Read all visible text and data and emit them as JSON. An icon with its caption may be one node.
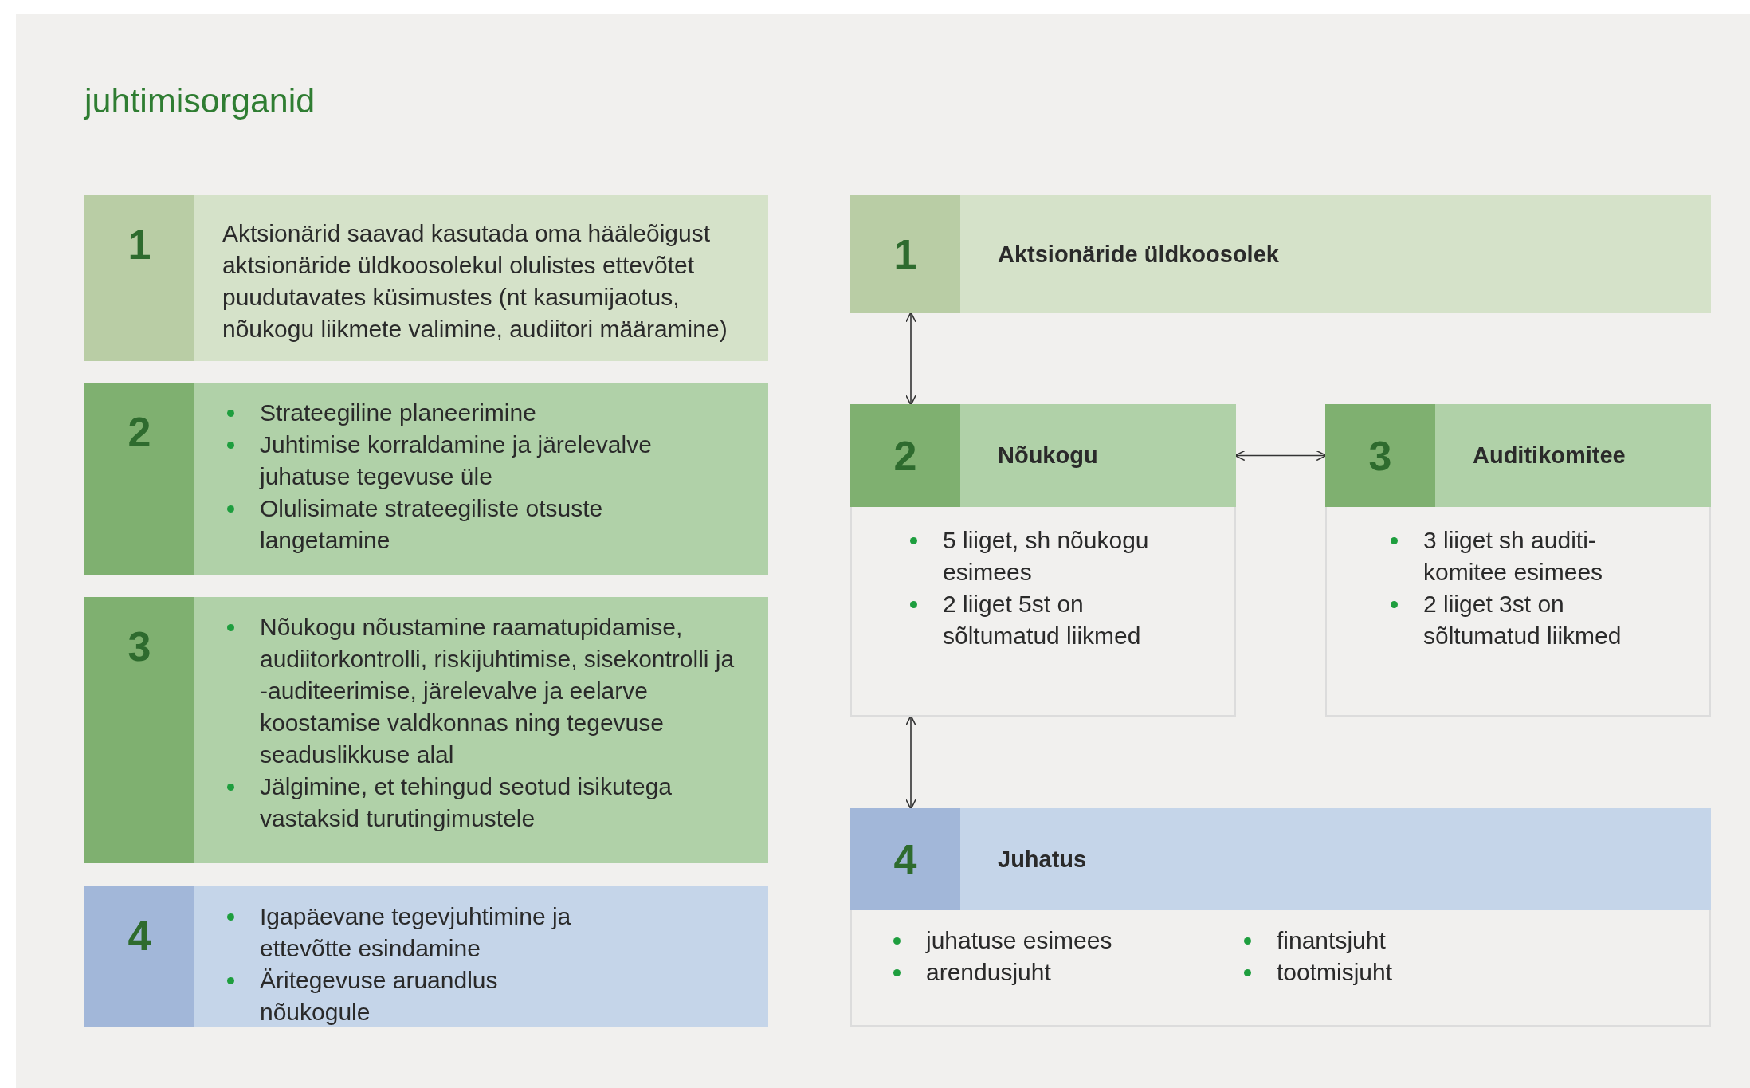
{
  "diagram": {
    "title": "juhtimisorganid",
    "nodes": [
      {
        "text": [
          "1",
          "Aktsionärid saavad kasutada oma hääleõigust aktsionäride üldkoosolekul olulistes ettevõtet puudutavates küsimustes (nt kasumijaotus, nõukogu liikmete valimine, audiitori määramine)"
        ]
      },
      {
        "text": [
          "2",
          "Strateegiline planeerimine",
          "Juhtimise korraldamine ja järelevalve juhatuse tegevuse üle",
          "Olulisimate strateegiliste otsuste langetamine"
        ]
      },
      {
        "text": [
          "3",
          "Nõukogu nõustamine raamatupidamise, audiitorkontrolli, riskijuhtimise, sisekontrolli ja -auditeerimise, järelevalve ja eelarve koostamise valdkonnas ning tegevuse seaduslikkuse alal",
          "Jälgimine, et tehingud seotud isikutega vastaksid turutingimustele"
        ]
      },
      {
        "text": [
          "4",
          "Igapäevane tegevjuhtimine ja ettevõtte esindamine",
          "Äritegevuse aruandlus nõukogule"
        ]
      },
      {
        "text": [
          "1",
          "Aktsionäride üldkoosolek"
        ]
      },
      {
        "text": [
          "2",
          "Nõukogu",
          "5 liiget, sh nõukogu esimees",
          "2 liiget 5st on sõltumatud liikmed"
        ]
      },
      {
        "text": [
          "3",
          "Auditikomitee",
          "3 liiget sh auditi- komitee esimees",
          "2 liiget 3st on sõltumatud liikmed"
        ]
      },
      {
        "text": [
          "4",
          "Juhatus",
          "juhatuse esimees",
          "finantsjuht",
          "arendusjuht",
          "tootmisjuht"
        ]
      }
    ],
    "edges": [
      {
        "from": 4,
        "to": 5,
        "arrow": "both"
      },
      {
        "from": 5,
        "to": 6,
        "arrow": "both"
      },
      {
        "from": 5,
        "to": 7,
        "arrow": "both"
      }
    ]
  }
}
